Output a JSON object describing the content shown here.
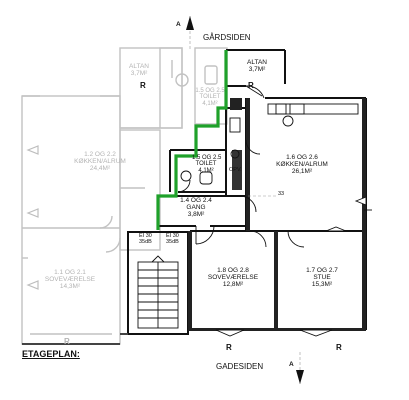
{
  "orientation": {
    "top": "GÅRDSIDEN",
    "bottom": "GADESIDEN",
    "section_marker": "A"
  },
  "title": "ETAGEPLAN:",
  "symbols": {
    "radiator": "R"
  },
  "rooms_active": [
    {
      "id": "altan-right",
      "name": "ALTAN",
      "area": "3,7M²"
    },
    {
      "id": "kitchen-right",
      "name": "1.6 OG 2.6",
      "subtitle": "KØKKEN/ALRUM",
      "area": "26,1M²"
    },
    {
      "id": "toilet",
      "name": "1.5 OG 2.5",
      "subtitle": "TOILET",
      "area": "4,1M²"
    },
    {
      "id": "hall",
      "name": "1.4 OG 2.4",
      "subtitle": "GANG",
      "area": "3,8M²"
    },
    {
      "id": "bedroom-right",
      "name": "1.8 OG 2.8",
      "subtitle": "SOVEVÆRELSE",
      "area": "12,8M²"
    },
    {
      "id": "living-right",
      "name": "1.7 OG 2.7",
      "subtitle": "STUE",
      "area": "15,3M²"
    }
  ],
  "rooms_neighbor": [
    {
      "id": "altan-left",
      "name": "ALTAN",
      "area": "3,7M²"
    },
    {
      "id": "toilet-left",
      "name": "1.5 OG 2.5",
      "subtitle": "TOILET",
      "area": "4,1M²"
    },
    {
      "id": "kitchen-left",
      "name": "1.2 OG 2.2",
      "subtitle": "KØKKEN/ALRUM",
      "area": "24,4M²"
    },
    {
      "id": "bedroom-left",
      "name": "1.1 OG 2.1",
      "subtitle": "SOVEVÆRELSE",
      "area": "14,3M²"
    }
  ],
  "fixtures": {
    "shaft": "OPV."
  },
  "fire_labels": [
    {
      "line1": "EI 30",
      "line2": "35dB"
    },
    {
      "line1": "EI 30",
      "line2": "35dB"
    }
  ],
  "dim_marker": "33",
  "colors": {
    "boundary": "#1fa12a",
    "walls": "#111111",
    "neighbor": "#bdbdbd",
    "dim": "#9a9a9a"
  }
}
